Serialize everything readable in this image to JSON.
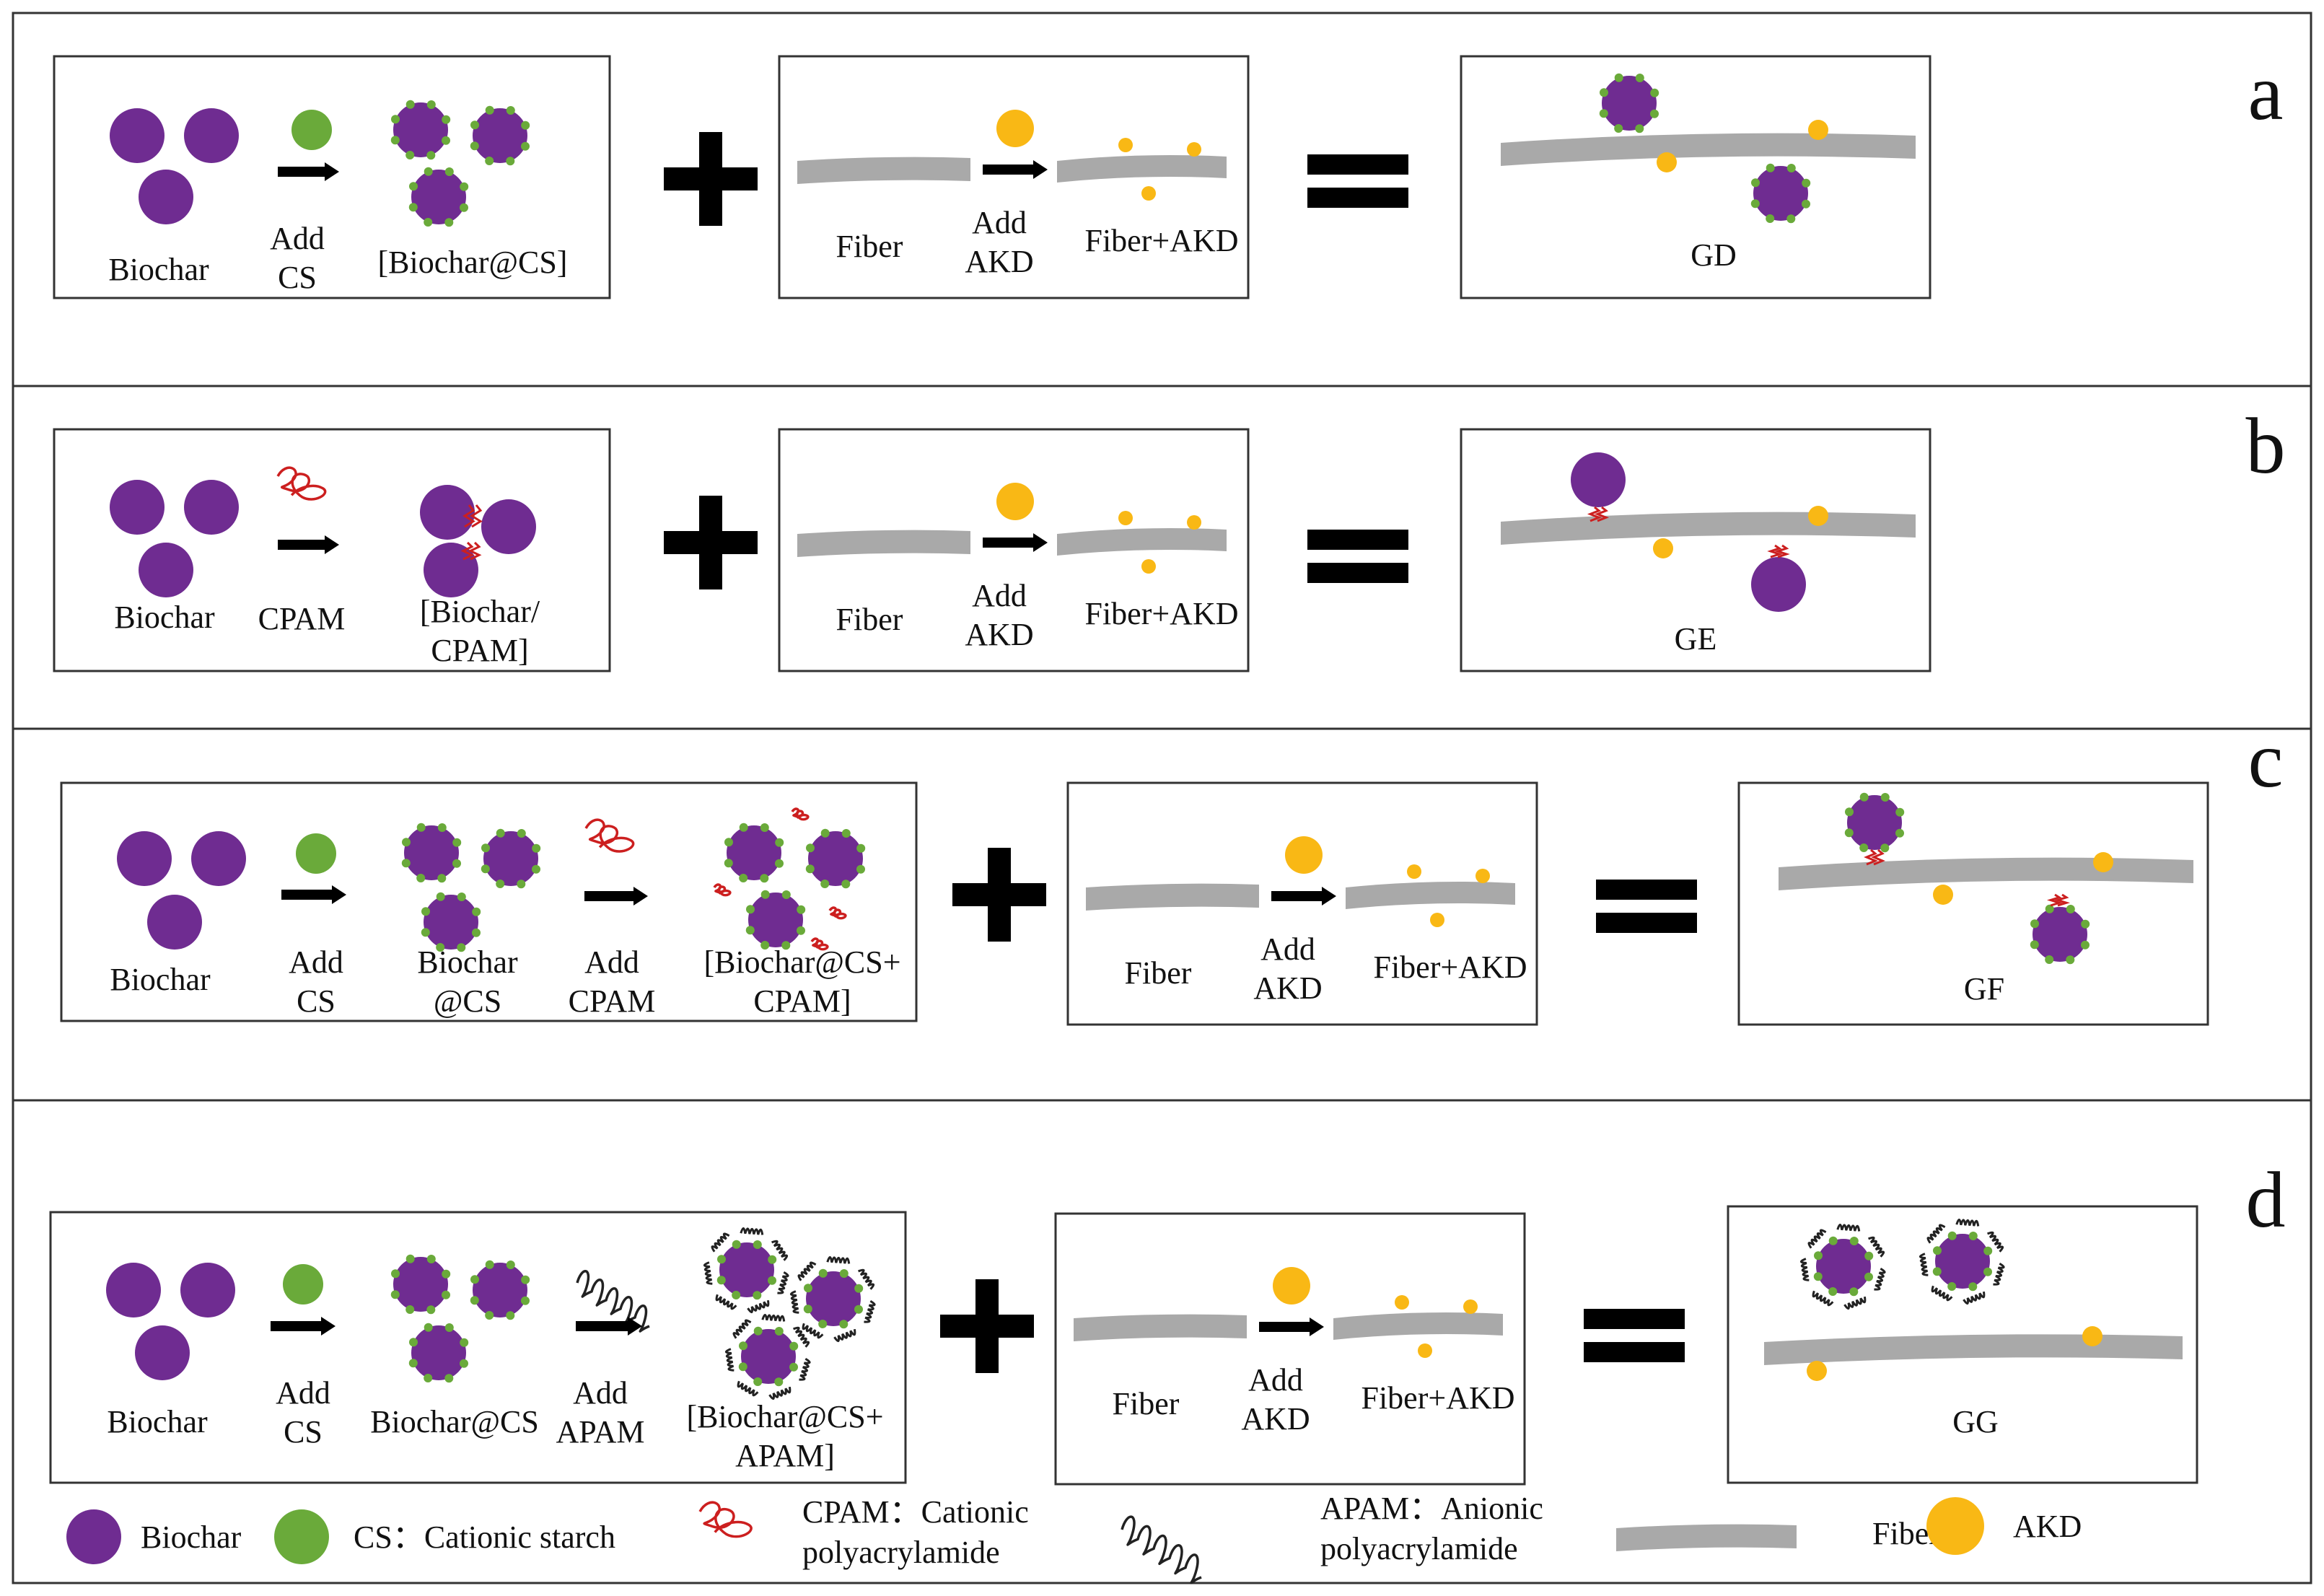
{
  "colors": {
    "biochar": "#6f2c91",
    "cs": "#6aaa3a",
    "akd": "#f9b815",
    "fiber": "#a9a9a9",
    "cpam": "#cc1f1f",
    "apam": "#222222",
    "box": "#333333"
  },
  "panels": [
    {
      "letter": "a",
      "steps": [
        {
          "label": "Biochar"
        },
        {
          "label": "Add\nCS"
        },
        {
          "label": "[Biochar@CS]"
        }
      ],
      "fiber_steps": [
        {
          "label": "Fiber"
        },
        {
          "label": "Add\nAKD"
        },
        {
          "label": "Fiber+AKD"
        }
      ],
      "result": "GD"
    },
    {
      "letter": "b",
      "steps": [
        {
          "label": "Biochar"
        },
        {
          "label": "CPAM"
        },
        {
          "label": "[Biochar/\nCPAM]"
        }
      ],
      "fiber_steps": [
        {
          "label": "Fiber"
        },
        {
          "label": "Add\nAKD"
        },
        {
          "label": "Fiber+AKD"
        }
      ],
      "result": "GE"
    },
    {
      "letter": "c",
      "steps": [
        {
          "label": "Biochar"
        },
        {
          "label": "Add\nCS"
        },
        {
          "label": "Biochar\n@CS"
        },
        {
          "label": "Add\nCPAM"
        },
        {
          "label": "[Biochar@CS+\nCPAM]"
        }
      ],
      "fiber_steps": [
        {
          "label": "Fiber"
        },
        {
          "label": "Add\nAKD"
        },
        {
          "label": "Fiber+AKD"
        }
      ],
      "result": "GF"
    },
    {
      "letter": "d",
      "steps": [
        {
          "label": "Biochar"
        },
        {
          "label": "Add\nCS"
        },
        {
          "label": "Biochar@CS"
        },
        {
          "label": "Add\nAPAM"
        },
        {
          "label": "[Biochar@CS+\nAPAM]"
        }
      ],
      "fiber_steps": [
        {
          "label": "Fiber"
        },
        {
          "label": "Add\nAKD"
        },
        {
          "label": "Fiber+AKD"
        }
      ],
      "result": "GG"
    }
  ],
  "legend": [
    {
      "icon": "biochar-icon",
      "label": "Biochar"
    },
    {
      "icon": "cs-icon",
      "label": "CS：Cationic starch"
    },
    {
      "icon": "cpam-icon",
      "label": "CPAM：Cationic\npolyacrylamide"
    },
    {
      "icon": "apam-icon",
      "label": "APAM：Anionic\npolyacrylamide"
    },
    {
      "icon": "fiber-icon",
      "label": "Fiber"
    },
    {
      "icon": "akd-icon",
      "label": "AKD"
    }
  ]
}
